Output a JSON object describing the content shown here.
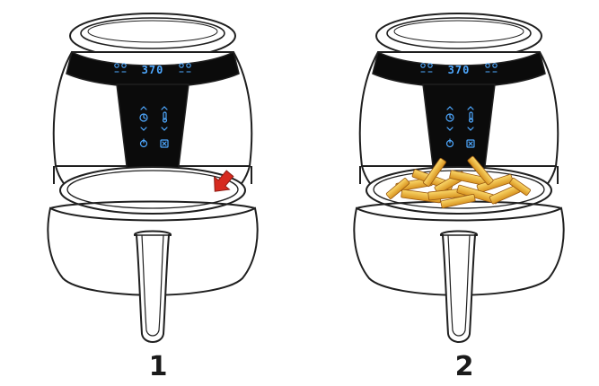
{
  "steps": [
    {
      "label": "1",
      "display_value": "370",
      "basket_state": "empty",
      "arrow": true
    },
    {
      "label": "2",
      "display_value": "370",
      "basket_state": "with-fries",
      "arrow": false
    }
  ],
  "colors": {
    "outline": "#1f1f1f",
    "panel": "#0b0b0b",
    "display_text": "#4ea8ff",
    "arrow": "#d62a1f",
    "fries_fill": "#f4c34a",
    "fries_shade": "#c8861e",
    "body_fill": "#ffffff"
  },
  "icons": {
    "panel_left_top": "wind-icon",
    "panel_right_top": "fan-icon",
    "panel_timer": "timer-icon",
    "panel_temp": "thermometer-icon",
    "panel_power": "power-icon",
    "panel_menu": "menu-icon"
  }
}
